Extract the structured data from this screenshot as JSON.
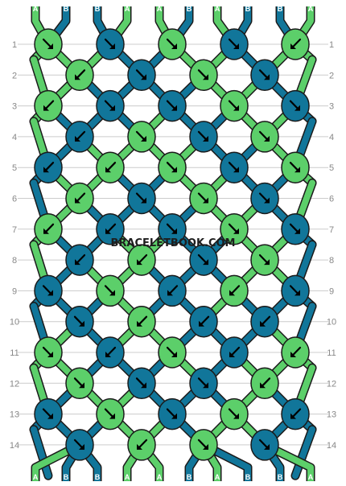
{
  "watermark": "BRACELETBOOK.COM",
  "colors": {
    "A": "#5ccf6a",
    "B": "#11769a",
    "outline": "#1b1b1b",
    "row_line": "#cccccc",
    "label": "#888888"
  },
  "rows": [
    "1",
    "2",
    "3",
    "4",
    "5",
    "6",
    "7",
    "8",
    "9",
    "10",
    "11",
    "12",
    "13",
    "14"
  ],
  "top_strings": [
    "A",
    "B",
    "B",
    "A",
    "A",
    "B",
    "A",
    "B",
    "B",
    "A"
  ],
  "bottom_strings": [
    "A",
    "B",
    "B",
    "A",
    "A",
    "B",
    "A",
    "B",
    "B",
    "A"
  ],
  "knots": [
    [
      {
        "c": "A",
        "d": "↘"
      },
      {
        "c": "B",
        "d": "↘"
      },
      {
        "c": "A",
        "d": "↘"
      },
      {
        "c": "B",
        "d": "↘"
      },
      {
        "c": "A",
        "d": "↙"
      }
    ],
    [
      {
        "c": "A",
        "d": "↙"
      },
      {
        "c": "B",
        "d": "↘"
      },
      {
        "c": "A",
        "d": "↘"
      },
      {
        "c": "B",
        "d": "↘"
      }
    ],
    [
      {
        "c": "A",
        "d": "↙"
      },
      {
        "c": "B",
        "d": "↘"
      },
      {
        "c": "B",
        "d": "↘"
      },
      {
        "c": "A",
        "d": "↘"
      },
      {
        "c": "B",
        "d": "↘"
      }
    ],
    [
      {
        "c": "B",
        "d": "↙"
      },
      {
        "c": "A",
        "d": "↘"
      },
      {
        "c": "B",
        "d": "↘"
      },
      {
        "c": "A",
        "d": "↘"
      }
    ],
    [
      {
        "c": "B",
        "d": "↙"
      },
      {
        "c": "A",
        "d": "↙"
      },
      {
        "c": "A",
        "d": "↘"
      },
      {
        "c": "B",
        "d": "↘"
      },
      {
        "c": "A",
        "d": "↘"
      }
    ],
    [
      {
        "c": "A",
        "d": "↙"
      },
      {
        "c": "B",
        "d": "↘"
      },
      {
        "c": "A",
        "d": "↘"
      },
      {
        "c": "B",
        "d": "↘"
      }
    ],
    [
      {
        "c": "A",
        "d": "↙"
      },
      {
        "c": "B",
        "d": "↙"
      },
      {
        "c": "B",
        "d": "↘"
      },
      {
        "c": "A",
        "d": "↘"
      },
      {
        "c": "B",
        "d": "↘"
      }
    ],
    [
      {
        "c": "B",
        "d": "↙"
      },
      {
        "c": "A",
        "d": "↙"
      },
      {
        "c": "B",
        "d": "↘"
      },
      {
        "c": "A",
        "d": "↘"
      }
    ],
    [
      {
        "c": "B",
        "d": "↘"
      },
      {
        "c": "A",
        "d": "↘"
      },
      {
        "c": "B",
        "d": "↙"
      },
      {
        "c": "A",
        "d": "↙"
      },
      {
        "c": "B",
        "d": "↘"
      }
    ],
    [
      {
        "c": "B",
        "d": "↘"
      },
      {
        "c": "A",
        "d": "↙"
      },
      {
        "c": "B",
        "d": "↙"
      },
      {
        "c": "B",
        "d": "↙"
      }
    ],
    [
      {
        "c": "A",
        "d": "↘"
      },
      {
        "c": "B",
        "d": "↙"
      },
      {
        "c": "A",
        "d": "↘"
      },
      {
        "c": "B",
        "d": "↙"
      },
      {
        "c": "A",
        "d": "↙"
      }
    ],
    [
      {
        "c": "A",
        "d": "↘"
      },
      {
        "c": "B",
        "d": "↘"
      },
      {
        "c": "B",
        "d": "↘"
      },
      {
        "c": "A",
        "d": "↙"
      }
    ],
    [
      {
        "c": "B",
        "d": "↘"
      },
      {
        "c": "A",
        "d": "↘"
      },
      {
        "c": "B",
        "d": "↘"
      },
      {
        "c": "A",
        "d": "↘"
      },
      {
        "c": "B",
        "d": "↙"
      }
    ],
    [
      {
        "c": "B",
        "d": "↘"
      },
      {
        "c": "A",
        "d": "↙"
      },
      {
        "c": "A",
        "d": "↘"
      },
      {
        "c": "B",
        "d": "↘"
      }
    ]
  ]
}
